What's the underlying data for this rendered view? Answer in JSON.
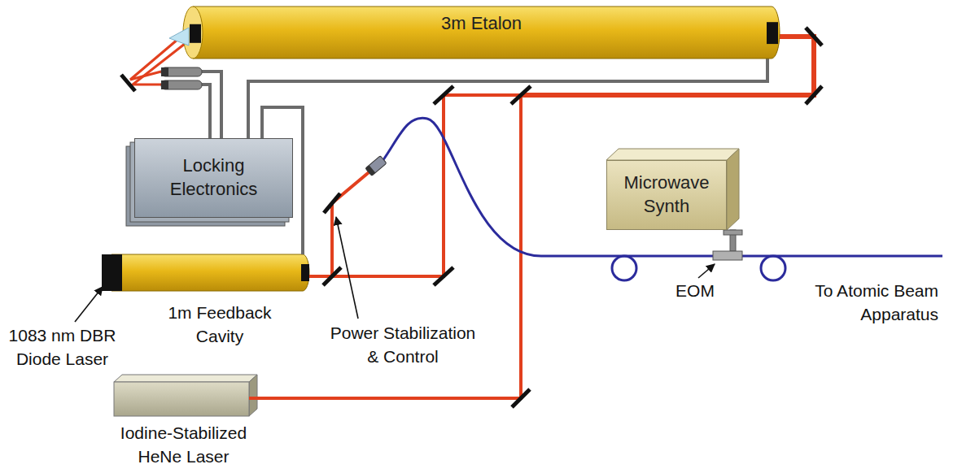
{
  "diagram": {
    "nodes": [
      {
        "text": [
          "3m Etalon"
        ]
      },
      {
        "text": [
          "Locking Electronics"
        ]
      },
      {
        "text": [
          "Microwave Synth"
        ]
      }
    ],
    "edges": [
      {
        "from": 1,
        "to": 0,
        "arrow": "none"
      }
    ],
    "labels": [
      "1083 nm DBR Diode Laser",
      "1m Feedback Cavity",
      "Power Stabilization & Control",
      "EOM",
      "To Atomic Beam Apparatus",
      "Iodine-Stabilized HeNe Laser"
    ]
  }
}
